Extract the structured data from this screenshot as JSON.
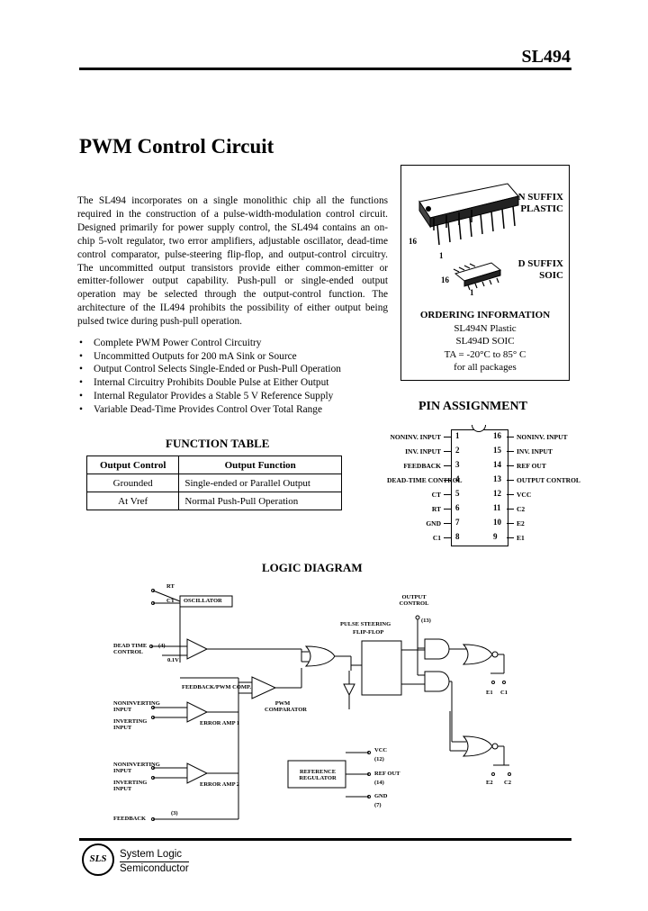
{
  "header": {
    "part_number": "SL494"
  },
  "title": "PWM Control Circuit",
  "intro": "The SL494 incorporates on a single monolithic chip all the functions required in the construction of a pulse-width-modulation control circuit. Designed primarily for power supply control, the SL494 contains an on-chip 5-volt regulator, two error amplifiers, adjustable oscillator, dead-time control comparator, pulse-steering flip-flop, and output-control circuitry. The uncommitted output transistors provide either common-emitter or emitter-follower output capability. Push-pull or single-ended output operation may be selected through the output-control function. The architecture of the IL494 prohibits the possibility of either output being pulsed twice during push-pull operation.",
  "features": [
    "Complete PWM Power Control Circuitry",
    "Uncommitted Outputs for 200 mA Sink or Source",
    "Output Control Selects Single-Ended or Push-Pull Operation",
    "Internal Circuitry Prohibits Double Pulse at Either Output",
    "Internal Regulator Provides a Stable 5 V Reference Supply",
    "Variable Dead-Time Provides Control Over Total Range"
  ],
  "function_table": {
    "title": "FUNCTION TABLE",
    "headers": [
      "Output Control",
      "Output Function"
    ],
    "rows": [
      [
        "Grounded",
        "Single-ended or Parallel Output"
      ],
      [
        "At Vref",
        "Normal Push-Pull Operation"
      ]
    ]
  },
  "packages": {
    "n": {
      "suffix": "N SUFFIX",
      "type": "PLASTIC",
      "pin_hi": "16",
      "pin_lo": "1"
    },
    "d": {
      "suffix": "D SUFFIX",
      "type": "SOIC",
      "pin_hi": "16",
      "pin_lo": "1"
    }
  },
  "ordering": {
    "title": "ORDERING INFORMATION",
    "lines": [
      "SL494N Plastic",
      "SL494D SOIC",
      "TA = -20°C to 85° C",
      "for all packages"
    ]
  },
  "pin_assignment": {
    "title": "PIN ASSIGNMENT",
    "left": [
      {
        "n": "1",
        "name": "NONINV. INPUT"
      },
      {
        "n": "2",
        "name": "INV. INPUT"
      },
      {
        "n": "3",
        "name": "FEEDBACK"
      },
      {
        "n": "4",
        "name": "DEAD-TIME CONTROL"
      },
      {
        "n": "5",
        "name": "CT"
      },
      {
        "n": "6",
        "name": "RT"
      },
      {
        "n": "7",
        "name": "GND"
      },
      {
        "n": "8",
        "name": "C1"
      }
    ],
    "right": [
      {
        "n": "16",
        "name": "NONINV. INPUT"
      },
      {
        "n": "15",
        "name": "INV. INPUT"
      },
      {
        "n": "14",
        "name": "REF OUT"
      },
      {
        "n": "13",
        "name": "OUTPUT CONTROL"
      },
      {
        "n": "12",
        "name": "VCC"
      },
      {
        "n": "11",
        "name": "C2"
      },
      {
        "n": "10",
        "name": "E2"
      },
      {
        "n": "9",
        "name": "E1"
      }
    ]
  },
  "logic_diagram": {
    "title": "LOGIC DIAGRAM",
    "labels": {
      "rt": "RT",
      "ct": "CT",
      "oscillator": "OSCILLATOR",
      "dead_time": "DEAD TIME CONTROL",
      "dt_pin": "(4)",
      "dt_v": "0.1V",
      "error_amp1": "ERROR AMP 1",
      "error_amp2": "ERROR AMP 2",
      "noninv1": "NONINVERTING INPUT",
      "inv1": "INVERTING INPUT",
      "noninv2": "NONINVERTING INPUT",
      "inv2": "INVERTING INPUT",
      "feedback_pwm": "FEEDBACK/PWM COMP.",
      "pwm_comparator": "PWM COMPARATOR",
      "feedback": "FEEDBACK",
      "fb_pin": "(3)",
      "pulse_steering": "PULSE STEERING",
      "flip_flop": "FLIP-FLOP",
      "output_control": "OUTPUT CONTROL",
      "oc_pin": "(13)",
      "ref_reg": "REFERENCE REGULATOR",
      "vcc": "VCC",
      "vcc_pin": "(12)",
      "ref_out": "REF OUT",
      "ref_pin": "(14)",
      "gnd": "GND",
      "gnd_pin": "(7)",
      "c1": "C1",
      "e1": "E1",
      "c2": "C2",
      "e2": "E2"
    }
  },
  "footer": {
    "logo": "SLS",
    "line1": "System Logic",
    "line2": "Semiconductor"
  }
}
